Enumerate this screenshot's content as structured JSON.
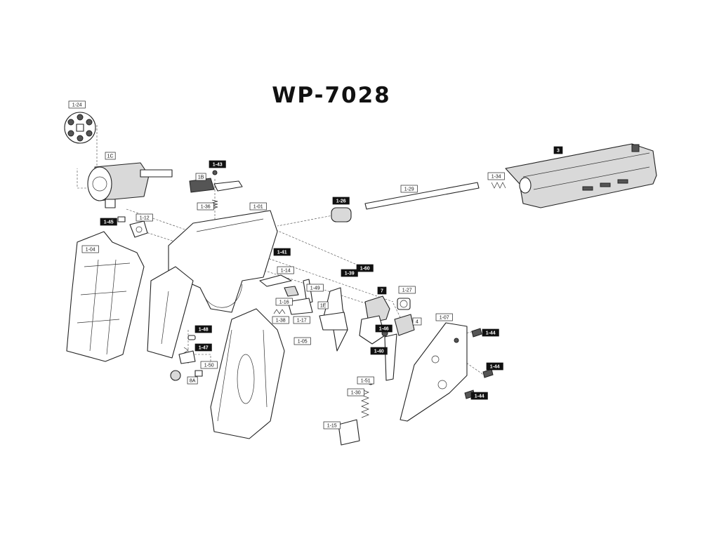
{
  "title": "WP-7028",
  "callouts": [
    {
      "id": "1-24",
      "dark": false
    },
    {
      "id": "1C",
      "dark": false
    },
    {
      "id": "1-43",
      "dark": true
    },
    {
      "id": "1B",
      "dark": false
    },
    {
      "id": "1-36",
      "dark": false
    },
    {
      "id": "1-01",
      "dark": false
    },
    {
      "id": "1-45",
      "dark": true
    },
    {
      "id": "1-12",
      "dark": false
    },
    {
      "id": "1-04",
      "dark": false
    },
    {
      "id": "3",
      "dark": true
    },
    {
      "id": "1-34",
      "dark": false
    },
    {
      "id": "1-29",
      "dark": false
    },
    {
      "id": "1-26",
      "dark": true
    },
    {
      "id": "1-41",
      "dark": true
    },
    {
      "id": "1-60",
      "dark": true
    },
    {
      "id": "1-39",
      "dark": true
    },
    {
      "id": "1-14",
      "dark": false
    },
    {
      "id": "1-49",
      "dark": false
    },
    {
      "id": "7",
      "dark": true
    },
    {
      "id": "1-27",
      "dark": false
    },
    {
      "id": "1-16",
      "dark": false
    },
    {
      "id": "1E",
      "dark": false
    },
    {
      "id": "1-38",
      "dark": false
    },
    {
      "id": "1-17",
      "dark": false
    },
    {
      "id": "1-46",
      "dark": true
    },
    {
      "id": "4",
      "dark": false
    },
    {
      "id": "1-07",
      "dark": false
    },
    {
      "id": "1-44",
      "dark": true
    },
    {
      "id": "1-48",
      "dark": true
    },
    {
      "id": "1-05",
      "dark": false
    },
    {
      "id": "1-40",
      "dark": true
    },
    {
      "id": "1-47",
      "dark": true
    },
    {
      "id": "1-50",
      "dark": false
    },
    {
      "id": "8A",
      "dark": false
    },
    {
      "id": "1-44",
      "dark": true
    },
    {
      "id": "1-51",
      "dark": false
    },
    {
      "id": "1-30",
      "dark": false
    },
    {
      "id": "1-44",
      "dark": true
    },
    {
      "id": "1-15",
      "dark": false
    }
  ]
}
